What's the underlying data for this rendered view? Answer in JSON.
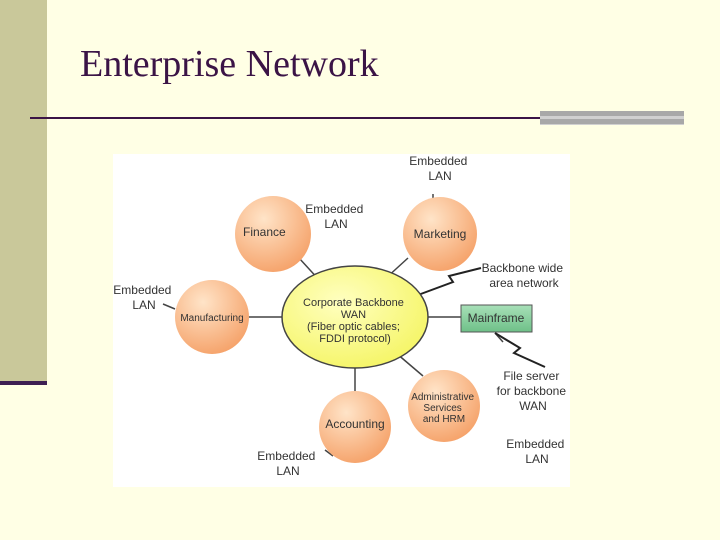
{
  "slide": {
    "title": "Enterprise Network"
  },
  "diagram": {
    "hub": {
      "lines": [
        "Corporate Backbone",
        "WAN",
        "(Fiber optic cables;",
        "FDDI protocol)"
      ]
    },
    "nodes": {
      "finance": "Finance",
      "marketing": "Marketing",
      "manufacturing": "Manufacturing",
      "accounting": "Accounting",
      "admin": [
        "Administrative",
        "Services",
        "and HRM"
      ]
    },
    "mainframe": "Mainframe",
    "labels": {
      "embedded_top": [
        "Embedded",
        "LAN"
      ],
      "embedded_finance": [
        "Embedded",
        "LAN"
      ],
      "embedded_left": [
        "Embedded",
        "LAN"
      ],
      "embedded_bottom": [
        "Embedded",
        "LAN"
      ],
      "embedded_right": [
        "Embedded",
        "LAN"
      ],
      "backbone_wan": [
        "Backbone wide",
        "area network"
      ],
      "file_server": [
        "File server",
        "for backbone",
        "WAN"
      ]
    },
    "colors": {
      "node_fill": "#F5A168",
      "node_highlight": "#FFE4C8",
      "hub_fill": "#F8F870",
      "mainframe_fill": "#7FCB98",
      "line": "#444444"
    }
  }
}
